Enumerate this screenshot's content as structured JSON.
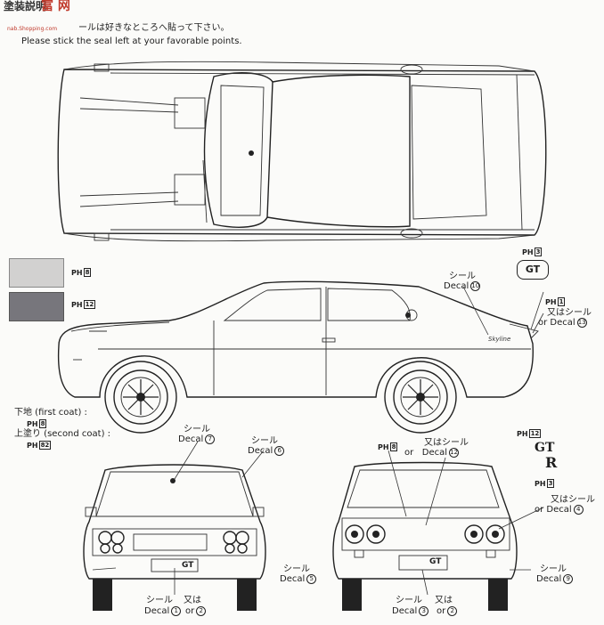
{
  "header": {
    "watermark_jp": "塗装説明",
    "watermark_logo": "富 网",
    "watermark_sub": "nab.Shopping.com",
    "instruction_jp": "ールは好きなところへ貼って下さい。",
    "instruction_en": "Please stick the seal left at your favorable points."
  },
  "swatches": [
    {
      "color": "#d2d1d0",
      "label": "PH",
      "code": "8"
    },
    {
      "color": "#77767c",
      "label": "PH",
      "code": "12"
    }
  ],
  "coat_legend": {
    "first_coat": "下地 (first coat) :",
    "first_code": "8",
    "second_coat": "上塗り (second coat) :",
    "second_code": "82"
  },
  "callouts": {
    "side_decal": {
      "jp": "シール",
      "en": "Decal",
      "num": "10"
    },
    "gt_badge": {
      "text": "GT",
      "code": "1",
      "code_top": "3"
    },
    "gt_alt": {
      "jp": "又はシール",
      "or": "or",
      "en": "Decal",
      "num": "13"
    },
    "front_decal_7": {
      "jp": "シール",
      "en": "Decal",
      "num": "7"
    },
    "front_decal_6": {
      "jp": "シール",
      "en": "Decal",
      "num": "6"
    },
    "front_left": {
      "jp": "シール",
      "en": "Decal",
      "num": "5"
    },
    "front_bottom": {
      "jp": "シール",
      "en": "Decal",
      "num": "1",
      "alt_jp": "又は",
      "alt_or": "or",
      "alt_num": "2"
    },
    "rear_top": {
      "code": "8",
      "jp": "又はシール",
      "or": "or",
      "en": "Decal",
      "num": "12"
    },
    "gtr_badge": {
      "gt": "GT",
      "r": "R",
      "code_top": "12",
      "code_bot": "3"
    },
    "rear_alt": {
      "jp": "又はシール",
      "or": "or",
      "en": "Decal",
      "num": "4"
    },
    "rear_right": {
      "jp": "シール",
      "en": "Decal",
      "num": "9"
    },
    "rear_bottom": {
      "jp": "シール",
      "en": "Decal",
      "num": "3",
      "alt_jp": "又は",
      "alt_or": "or",
      "alt_num": "2"
    }
  },
  "plates": {
    "front": "GT",
    "rear": "GT"
  }
}
